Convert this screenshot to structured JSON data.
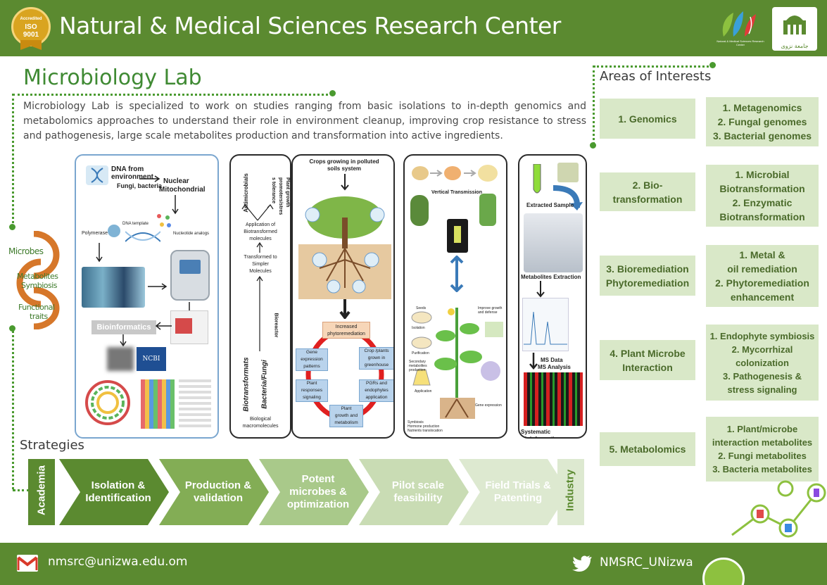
{
  "header": {
    "badge_top": "Accredited",
    "badge_mid": "ISO",
    "badge_num": "9001",
    "title": "Natural & Medical Sciences Research Center",
    "nmsrc_logo_text": "Natural & Medical Sciences Research Center",
    "unizwa_logo_text": "جامعة نزوى"
  },
  "intro": {
    "title": "Microbiology Lab",
    "text": "Microbiology Lab is specialized to work on studies ranging from basic isolations to in-depth genomics and metabolomics approaches to understand their role in environment cleanup, improving crop resistance to stress and pathogenesis, large scale metabolites production and transformation into active ingredients."
  },
  "areas": {
    "title": "Areas of Interests",
    "rows": [
      {
        "label": "1. Genomics",
        "detail": "1. Metagenomics\n2. Fungal genomes\n3. Bacterial genomes"
      },
      {
        "label": "2. Bio-\ntransformation",
        "detail": "1. Microbial\nBiotransformation\n2. Enzymatic\nBiotransformation"
      },
      {
        "label": "3. Bioremediation\nPhytoremediation",
        "detail": "1. Metal &\noil remediation\n2. Phytoremediation\nenhancement"
      },
      {
        "label": "4. Plant Microbe\nInteraction",
        "detail": "1. Endophyte symbiosis\n2. Mycorrhizal\ncolonization\n3. Pathogenesis &\nstress signaling"
      },
      {
        "label": "5. Metabolomics",
        "detail": "1. Plant/microbe\ninteraction metabolites\n2. Fungi metabolites\n3. Bacteria metabolites"
      }
    ]
  },
  "cycle": {
    "microbes": "Microbes",
    "metabolites": "Metabolites",
    "symbiosis": "Symbiosis",
    "functional": "Functional",
    "traits": "traits"
  },
  "panel_genomics": {
    "dna_from": "DNA from",
    "environment": "environment",
    "fungi_bacteria": "Fungi, bacteria",
    "nuclear": "Nuclear",
    "mitochondrial": "Mitochondrial",
    "dna_template": "DNA template",
    "polymerase": "Polymerase",
    "nucleotide_analogs": "Nucleotide analogs",
    "bioinformatics": "Bioinformatics",
    "ncbi": "NCBI"
  },
  "panel_biotrans": {
    "antimicrobials": "Antimicrobials",
    "plant_growth": "Plant growth\npromoters/stres\ns tolerance",
    "application": "Application of\nBiotransformed\nmolecules",
    "transformed": "Transformed to\nSimpler\nMolecules",
    "bioreactor": "Bioreactor",
    "biotransformats": "Biotransformats",
    "bacteria_fungi": "Bacteria/Fungi",
    "biological": "Biological\nmacromolecules"
  },
  "panel_phyto": {
    "crops": "Crops growing in polluted\nsoils system",
    "increased": "Increased\nphytoremediation",
    "crop_plants": "Crop /plants\ngrown in\ngreenhouse",
    "pgrs": "PGRs and\nendophytes\napplication",
    "plant_growth": "Plant\ngrowth and\nmetabolism",
    "plant_responses": "Plant\nresponses\nsignaling",
    "gene_expression": "Gene\nexpression\npatterns"
  },
  "panel_plant": {
    "vertical": "Vertical Transmission",
    "seeds": "Seeds",
    "isolation": "Isolation",
    "purification": "Purification",
    "secondary": "Secondary\nmetabolites\nproduction",
    "application": "Application",
    "improve": "Improve growth\nand defense",
    "symbiosis": "Symbiosis\nHormone production\nNutrients translocation",
    "gene_expression": "Gene expression"
  },
  "panel_metab": {
    "extracted": "Extracted Sample",
    "extraction": "Metabolites Extraction",
    "ms_data": "MS Data",
    "ms_analysis": "MS Analysis",
    "systematic": "Systematic Bioinformatics"
  },
  "strategies": {
    "title": "Strategies",
    "start": "Academia",
    "end": "Industry",
    "steps": [
      {
        "label": "Isolation &\nIdentification",
        "color": "#5b8a30",
        "text_color": "#ffffff"
      },
      {
        "label": "Production &\nvalidation",
        "color": "#83ad55",
        "text_color": "#ffffff"
      },
      {
        "label": "Potent\nmicrobes &\noptimization",
        "color": "#a9c98a",
        "text_color": "#ffffff"
      },
      {
        "label": "Pilot scale\nfeasibility",
        "color": "#c9dcb4",
        "text_color": "#ffffff"
      },
      {
        "label": "Field Trials &\nPatenting",
        "color": "#dde9d0",
        "text_color": "#ffffff"
      }
    ]
  },
  "footer": {
    "email": "nmsrc@unizwa.edu.om",
    "handle": "NMSRC_UNizwa"
  },
  "colors": {
    "brand_green": "#5b8a30",
    "area_bg": "#d9e8c8",
    "title_green": "#3f8a33",
    "dots": "#4a9a2f"
  }
}
